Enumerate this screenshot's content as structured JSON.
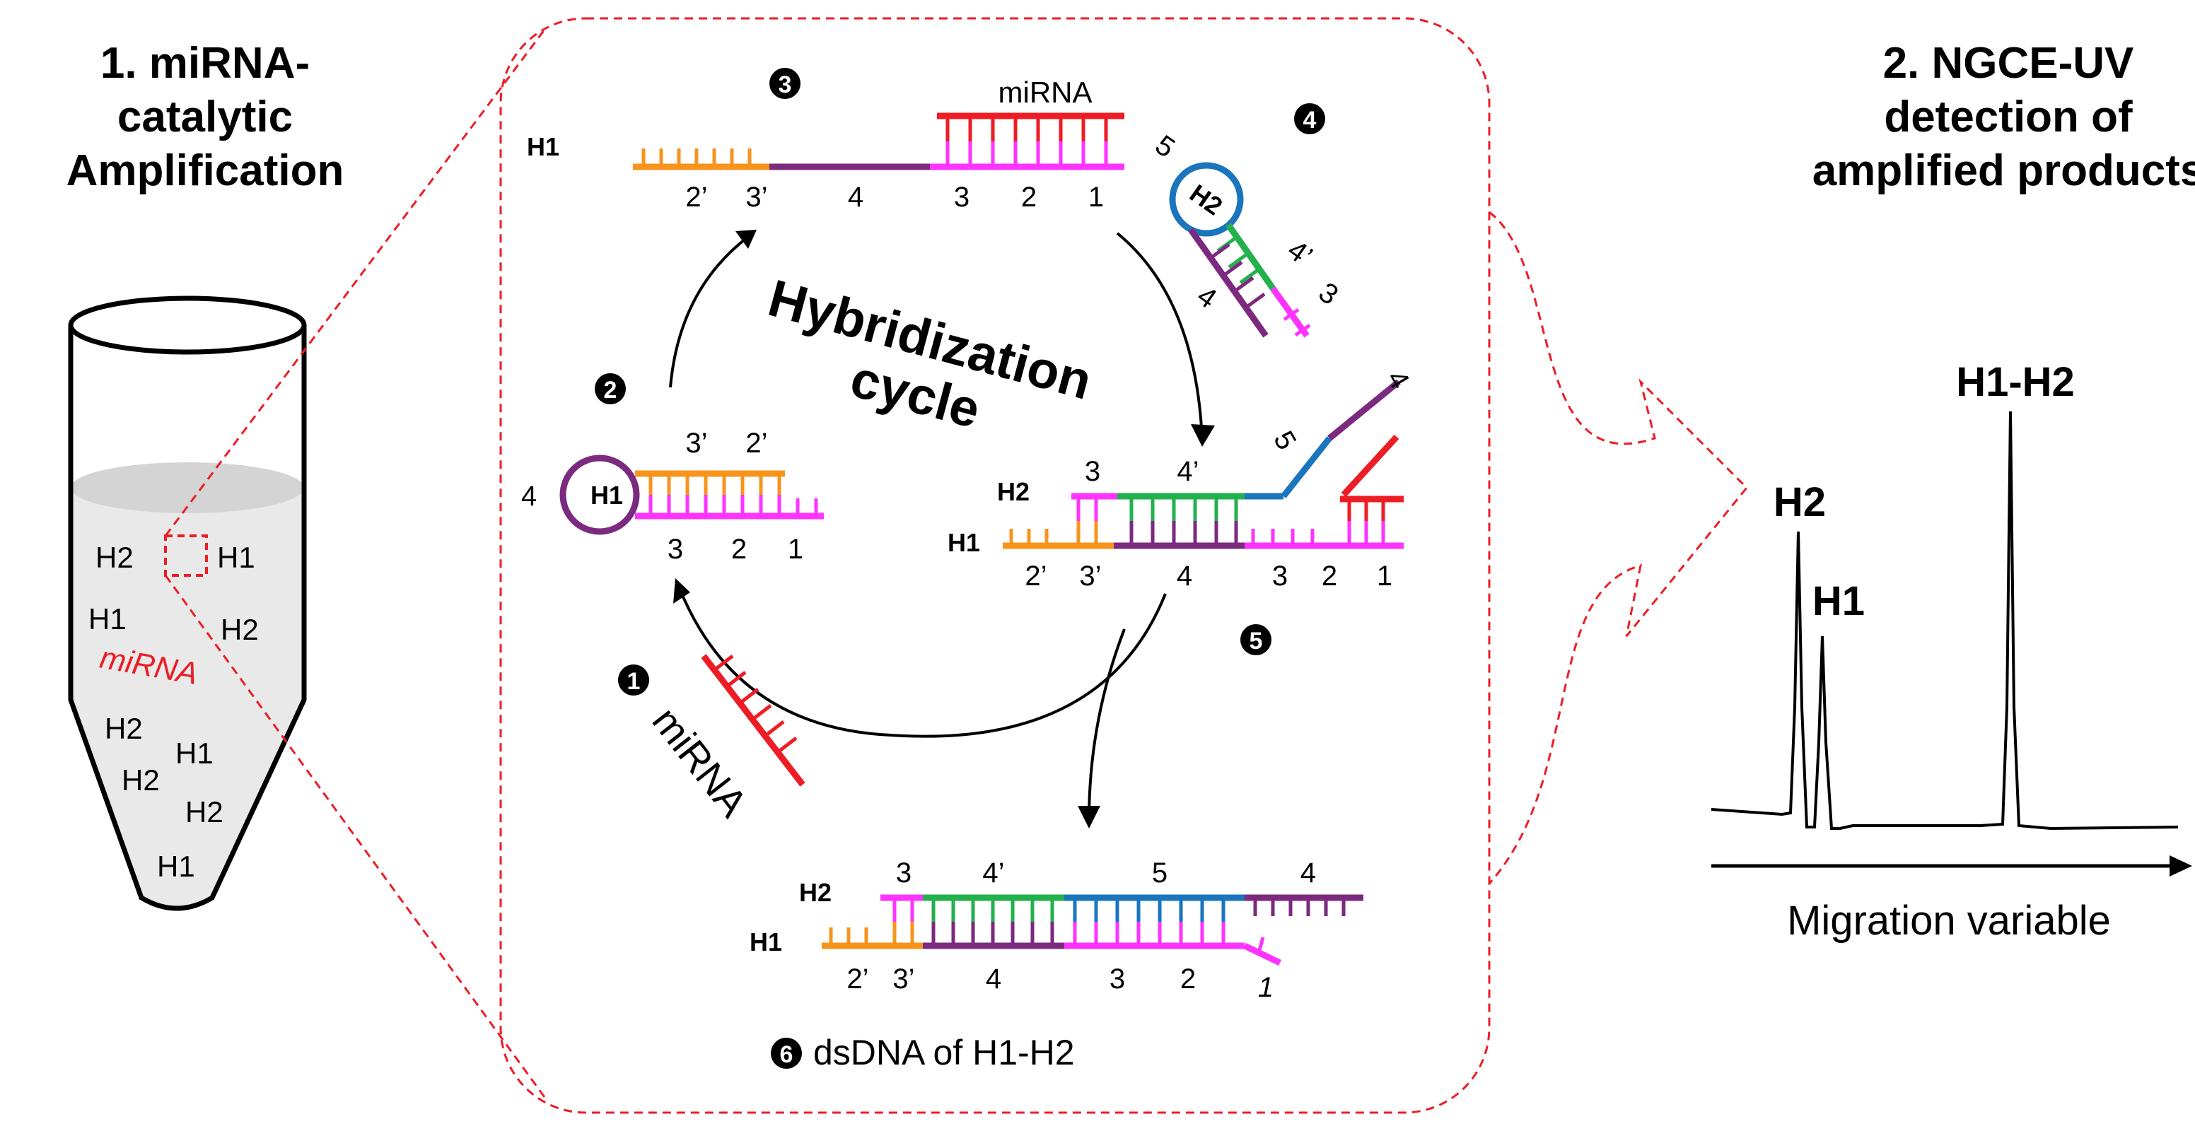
{
  "colors": {
    "red": "#ee1c25",
    "orange": "#f7941d",
    "purple": "#7b2a7f",
    "magenta": "#ff33ff",
    "green": "#22b14c",
    "blue": "#1b75bc",
    "black": "#000000"
  },
  "panel1": {
    "title_lines": [
      "1. miRNA-",
      "catalytic",
      "Amplification"
    ],
    "tube_labels": [
      "H2",
      "H1",
      "H1",
      "H2",
      "miRNA",
      "H2",
      "H1",
      "H2",
      "H2",
      "H1"
    ]
  },
  "panel3": {
    "title_lines": [
      "2. NGCE-UV",
      "detection of",
      "amplified products"
    ],
    "peak_labels": [
      "H2",
      "H1",
      "H1-H2"
    ],
    "axis_label": "Migration variable"
  },
  "cycle": {
    "title_lines": [
      "Hybridization",
      "cycle"
    ],
    "step1": {
      "num": "1",
      "label": "miRNA"
    },
    "step2": {
      "num": "2",
      "loop": "H1",
      "loop_label": "4",
      "top": [
        "3’",
        "2’"
      ],
      "bottom": [
        "3",
        "2",
        "1"
      ]
    },
    "step3": {
      "num": "3",
      "strand": "H1",
      "mirna": "miRNA",
      "bottom": [
        "2’",
        "3’",
        "4",
        "3",
        "2",
        "1"
      ]
    },
    "step4": {
      "num": "4",
      "loop": "H2",
      "loop_label": "5",
      "labels": [
        "4’",
        "3",
        "4"
      ]
    },
    "step5": {
      "num": "5",
      "strands": [
        "H2",
        "H1"
      ],
      "top": [
        "3",
        "4’",
        "5",
        "4"
      ],
      "bottom": [
        "2’",
        "3’",
        "4",
        "3",
        "2",
        "1"
      ]
    },
    "step6": {
      "num": "6",
      "caption": "dsDNA of H1-H2",
      "strands": [
        "H2",
        "H1"
      ],
      "top": [
        "3",
        "4’",
        "5",
        "4"
      ],
      "bottom": [
        "2’",
        "3’",
        "4",
        "3",
        "2",
        "1"
      ]
    }
  }
}
